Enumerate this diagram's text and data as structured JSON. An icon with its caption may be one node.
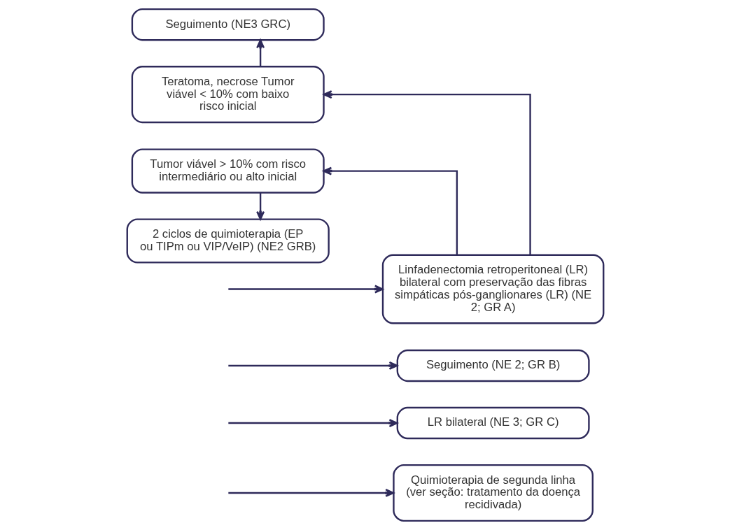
{
  "diagram": {
    "nodes": [
      {
        "text": [
          "Seguimento (NE3 GRC)"
        ]
      },
      {
        "text": [
          "Teratoma, necrose Tumor viável < 10% com baixo risco inicial"
        ]
      },
      {
        "text": [
          "Linfadenectomia retroperitoneal (LR) bilateral com preservação das fibras simpáticas pós-ganglionares (LR) (NE 2; GR A)"
        ]
      },
      {
        "text": [
          "Tumor viável > 10% com risco intermediário ou alto inicial"
        ]
      },
      {
        "text": [
          "Seguimento (NE 2; GR B)"
        ]
      },
      {
        "text": [
          "LR bilateral (NE 3; GR C)"
        ]
      },
      {
        "text": [
          "2 ciclos de quimioterapia (EP ou TIPm ou VIP/VeIP) (NE2 GRB)"
        ]
      },
      {
        "text": [
          "Quimioterapia de segunda linha (ver seção: tratamento da doença recidivada)"
        ]
      }
    ],
    "edges": [
      {
        "from": null,
        "to": 2,
        "arrow": "to"
      },
      {
        "from": null,
        "to": 4,
        "arrow": "to"
      },
      {
        "from": null,
        "to": 5,
        "arrow": "to"
      },
      {
        "from": null,
        "to": 7,
        "arrow": "to"
      },
      {
        "from": 2,
        "to": 1,
        "arrow": "to"
      },
      {
        "from": 2,
        "to": 3,
        "arrow": "to"
      },
      {
        "from": 1,
        "to": 0,
        "arrow": "to"
      },
      {
        "from": 3,
        "to": 6,
        "arrow": "to"
      }
    ]
  }
}
